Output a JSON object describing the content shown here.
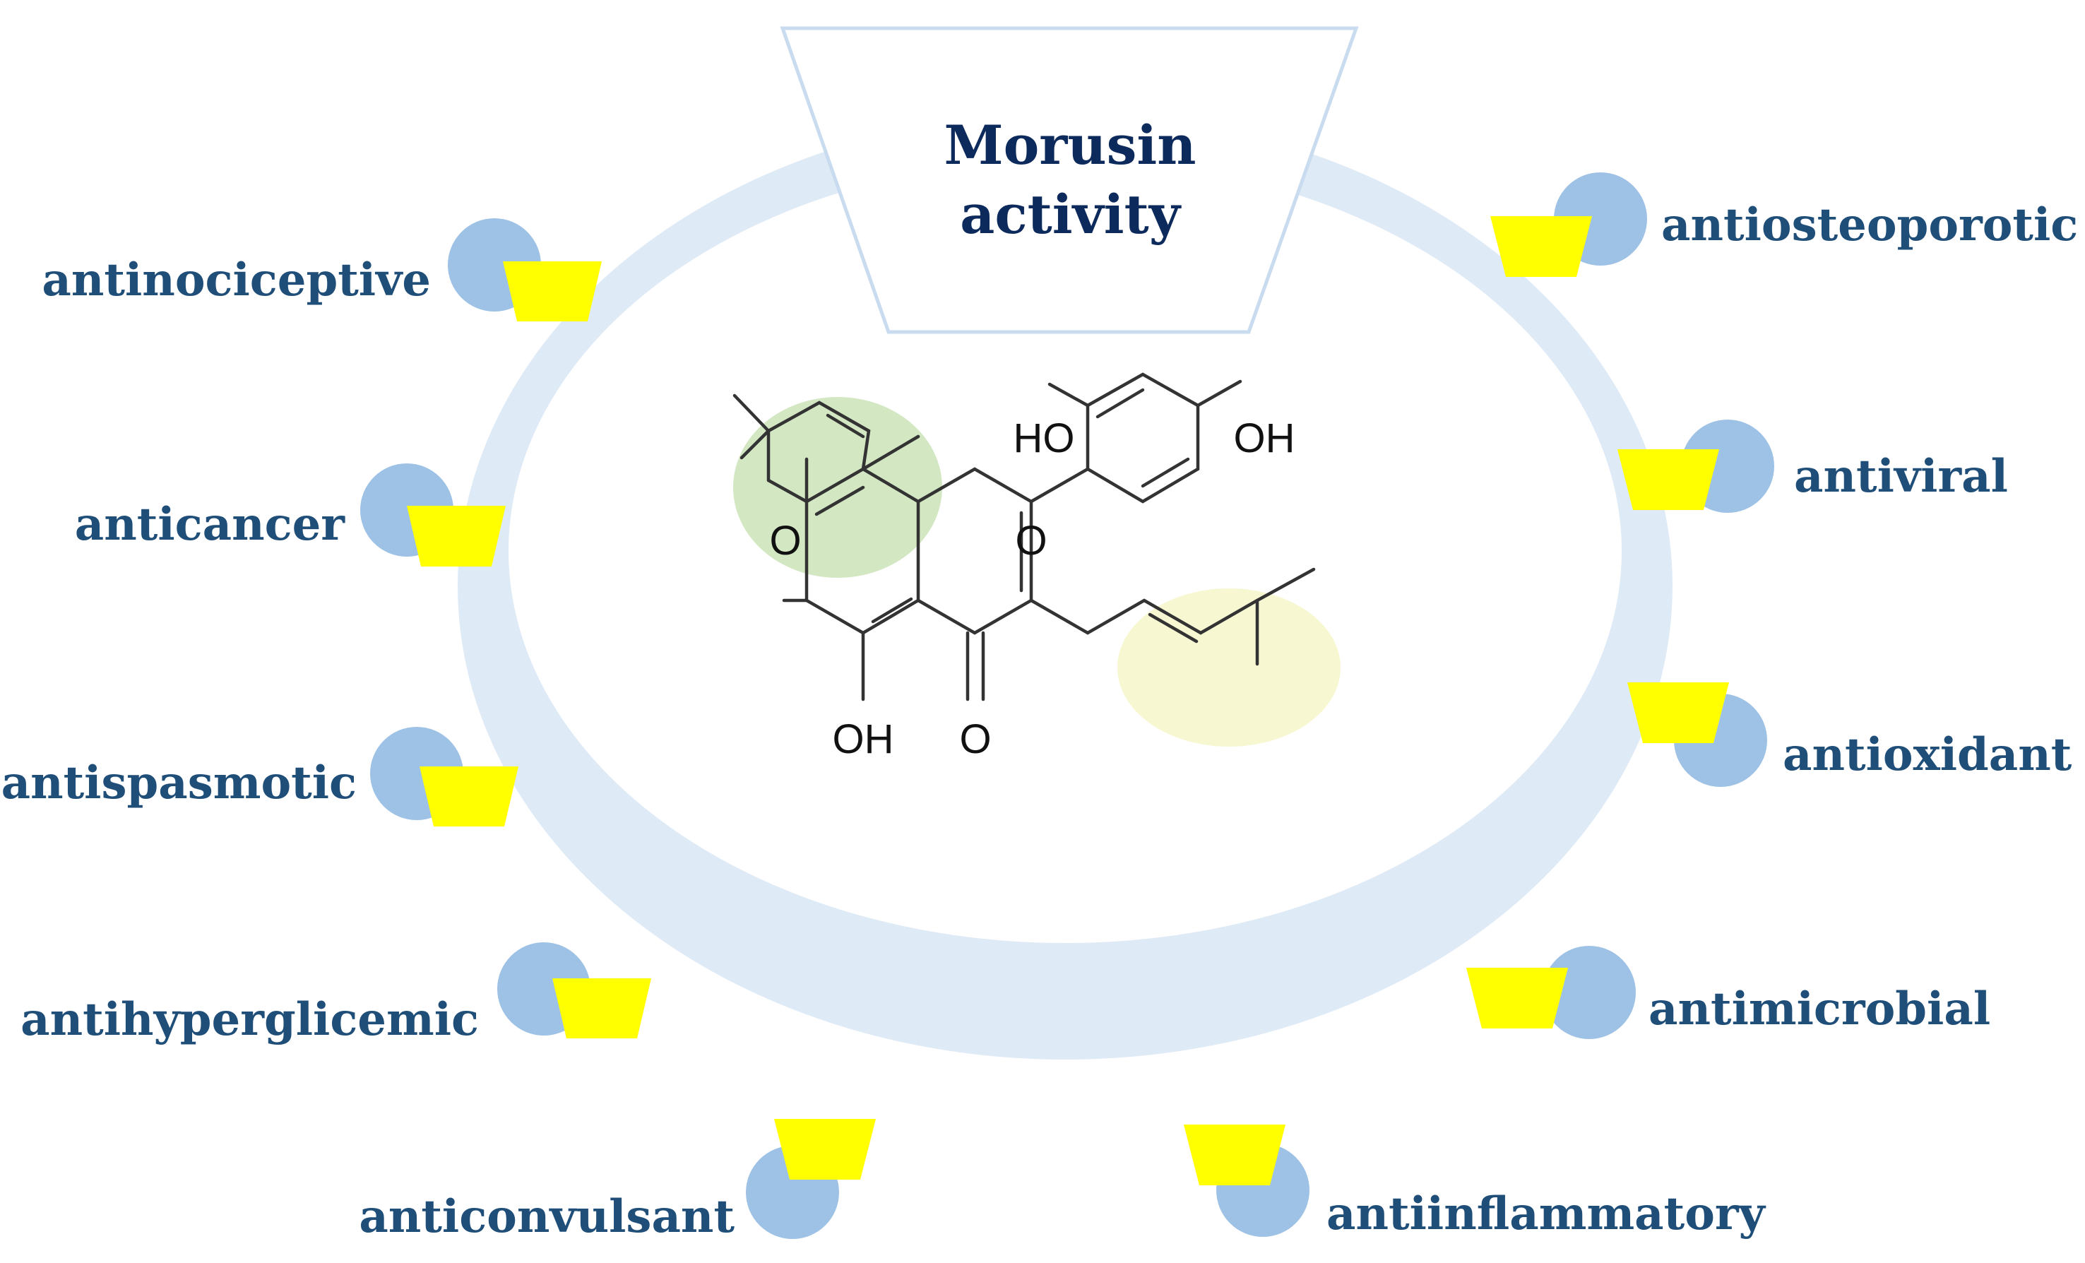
{
  "title": {
    "line1": "Morusin",
    "line2": "activity"
  },
  "activities": [
    {
      "label": "antinociceptive"
    },
    {
      "label": "anticancer"
    },
    {
      "label": "antispasmotic"
    },
    {
      "label": "antihyperglicemic"
    },
    {
      "label": "anticonvulsant"
    },
    {
      "label": "antiosteoporotic"
    },
    {
      "label": "antiviral"
    },
    {
      "label": "antioxidant"
    },
    {
      "label": "antimicrobial"
    },
    {
      "label": "antiinflammatory"
    }
  ],
  "molecule": {
    "atoms": {
      "ho_left": "HO",
      "oh_right": "OH",
      "o_pyran": "O",
      "o_chromone": "O",
      "oh_bottom": "OH",
      "o_carbonyl": "O"
    }
  },
  "colors": {
    "ring": "#dfeaf7",
    "receptor_circle": "#9ec1e6",
    "ligand_trapezoid": "#ffff00",
    "label_text": "#1f4e79",
    "title_text": "#0d2a5c",
    "highlight_green": "#d4e7c3",
    "highlight_yellow": "#f7f8d2"
  }
}
